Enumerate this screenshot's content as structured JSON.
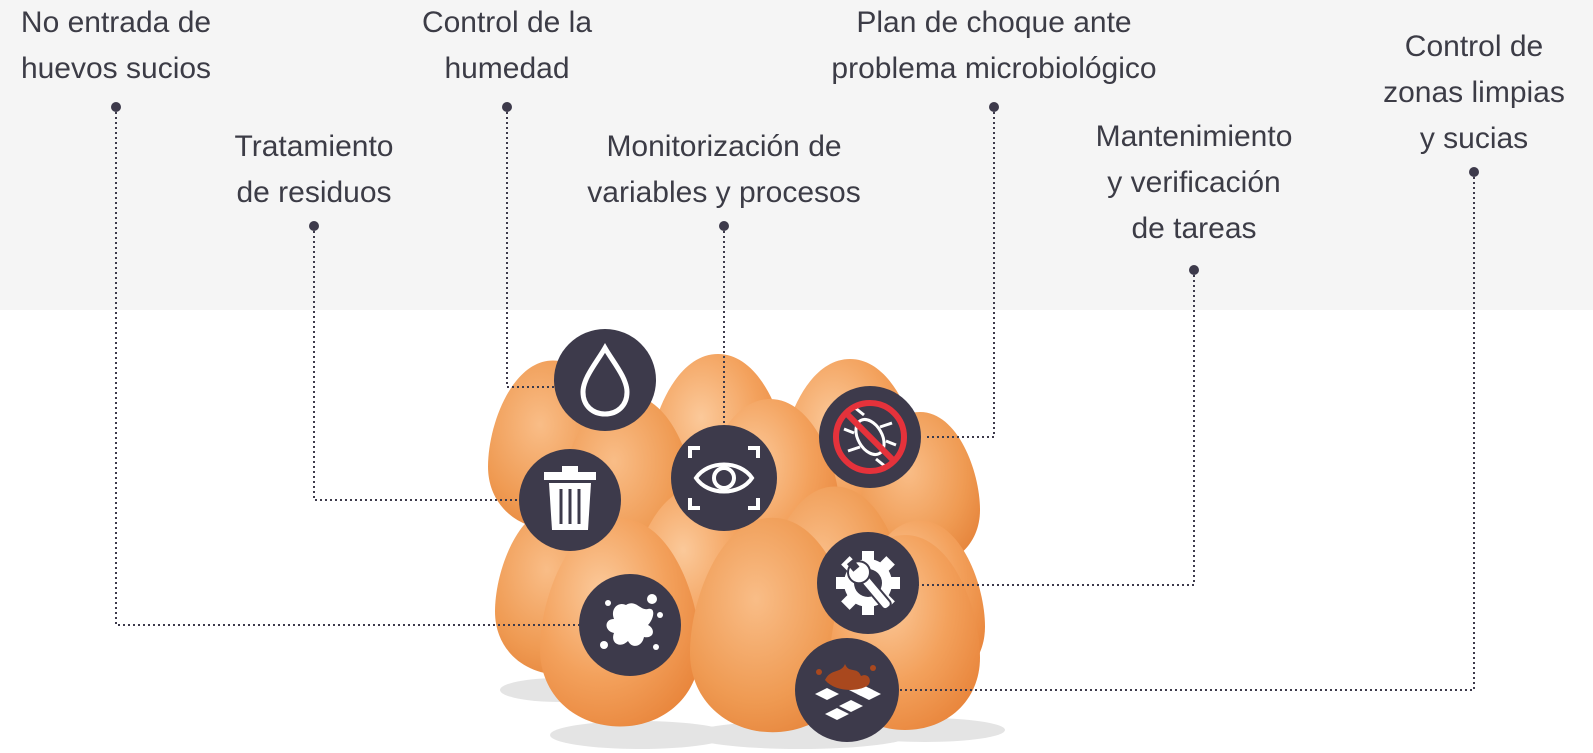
{
  "colors": {
    "background": "#ffffff",
    "band": "#f5f5f5",
    "text": "#3c3c46",
    "icon_circle": "#3d3a4b",
    "egg_light": "#fbc99a",
    "egg_mid": "#f3a15c",
    "egg_dark": "#e8843a",
    "connector": "#3d3a4b",
    "forbidden": "#e5323b",
    "splash": "#a9481e"
  },
  "labels": [
    {
      "id": "no-entrada",
      "lines": [
        "No entrada de",
        "huevos sucios"
      ],
      "icon": "splash-icon"
    },
    {
      "id": "tratamiento",
      "lines": [
        "Tratamiento",
        "de residuos"
      ],
      "icon": "trash-icon"
    },
    {
      "id": "humedad",
      "lines": [
        "Control de la",
        "humedad"
      ],
      "icon": "water-drop-icon"
    },
    {
      "id": "monitorizacion",
      "lines": [
        "Monitorización de",
        "variables y procesos"
      ],
      "icon": "eye-scan-icon"
    },
    {
      "id": "plan-choque",
      "lines": [
        "Plan de choque ante",
        "problema microbiológico"
      ],
      "icon": "no-bacteria-icon"
    },
    {
      "id": "mantenimiento",
      "lines": [
        "Mantenimiento",
        "y verificación",
        "de tareas"
      ],
      "icon": "gear-wrench-icon"
    },
    {
      "id": "zonas",
      "lines": [
        "Control de",
        "zonas limpias",
        "y sucias"
      ],
      "icon": "dirty-floor-icon"
    }
  ]
}
